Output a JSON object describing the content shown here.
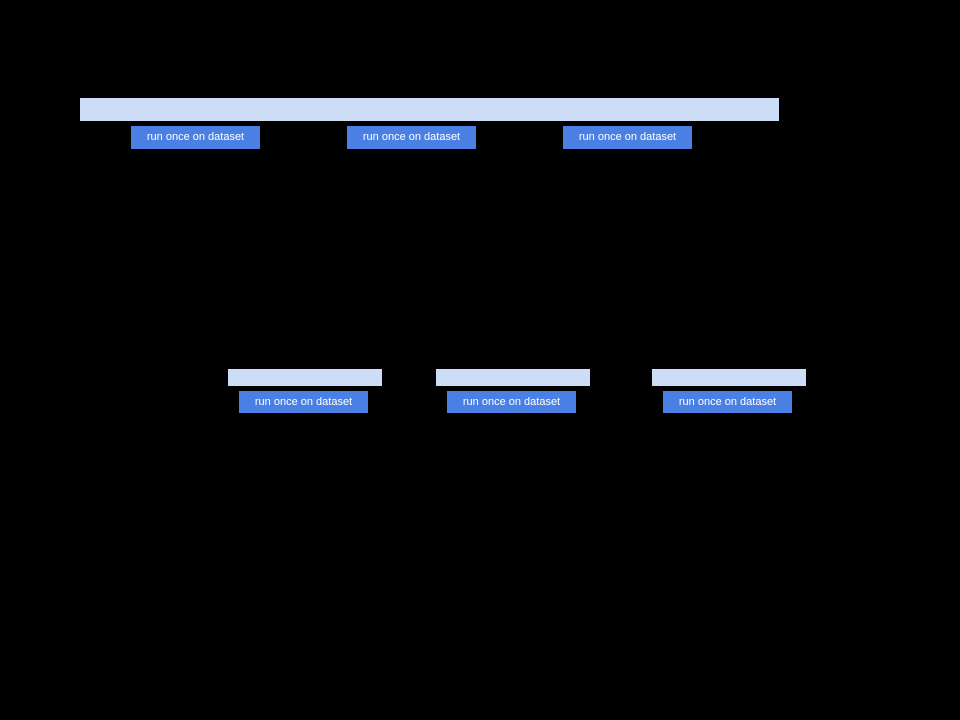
{
  "canvas": {
    "background_color": "#000000"
  },
  "colors": {
    "light_bar": "#cdddf5",
    "button_background": "#4a80e4",
    "button_text": "#ffffff"
  },
  "top_section": {
    "bar": {
      "label": ""
    },
    "buttons": [
      {
        "label": "run once on dataset"
      },
      {
        "label": "run once on dataset"
      },
      {
        "label": "run once on dataset"
      }
    ]
  },
  "middle_section": {
    "groups": [
      {
        "bar_label": "",
        "button_label": "run once on dataset"
      },
      {
        "bar_label": "",
        "button_label": "run once on dataset"
      },
      {
        "bar_label": "",
        "button_label": "run once on dataset"
      }
    ]
  }
}
